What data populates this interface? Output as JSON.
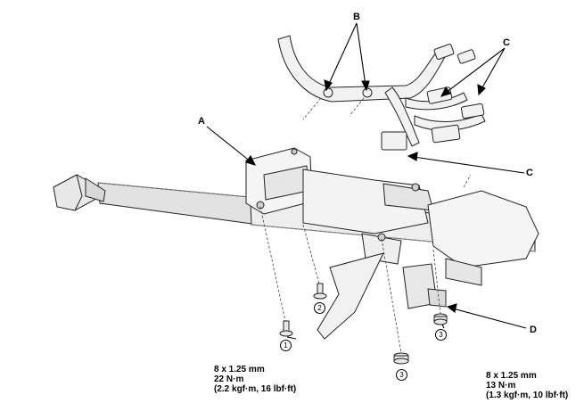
{
  "callouts": {
    "a": "A",
    "b": "B",
    "c_top": "C",
    "c_mid": "C",
    "d": "D"
  },
  "fastener_numbers": {
    "n1": "1",
    "n2": "2",
    "n3_mid": "3",
    "n3_right": "3"
  },
  "torque_specs": {
    "left": {
      "size": "8 x 1.25 mm",
      "torque": "22 N·m",
      "alt": "(2.2 kgf·m, 16 lbf·ft)"
    },
    "right": {
      "size": "8 x 1.25 mm",
      "torque": "13 N·m",
      "alt": "(1.3 kgf·m, 10 lbf·ft)"
    }
  }
}
